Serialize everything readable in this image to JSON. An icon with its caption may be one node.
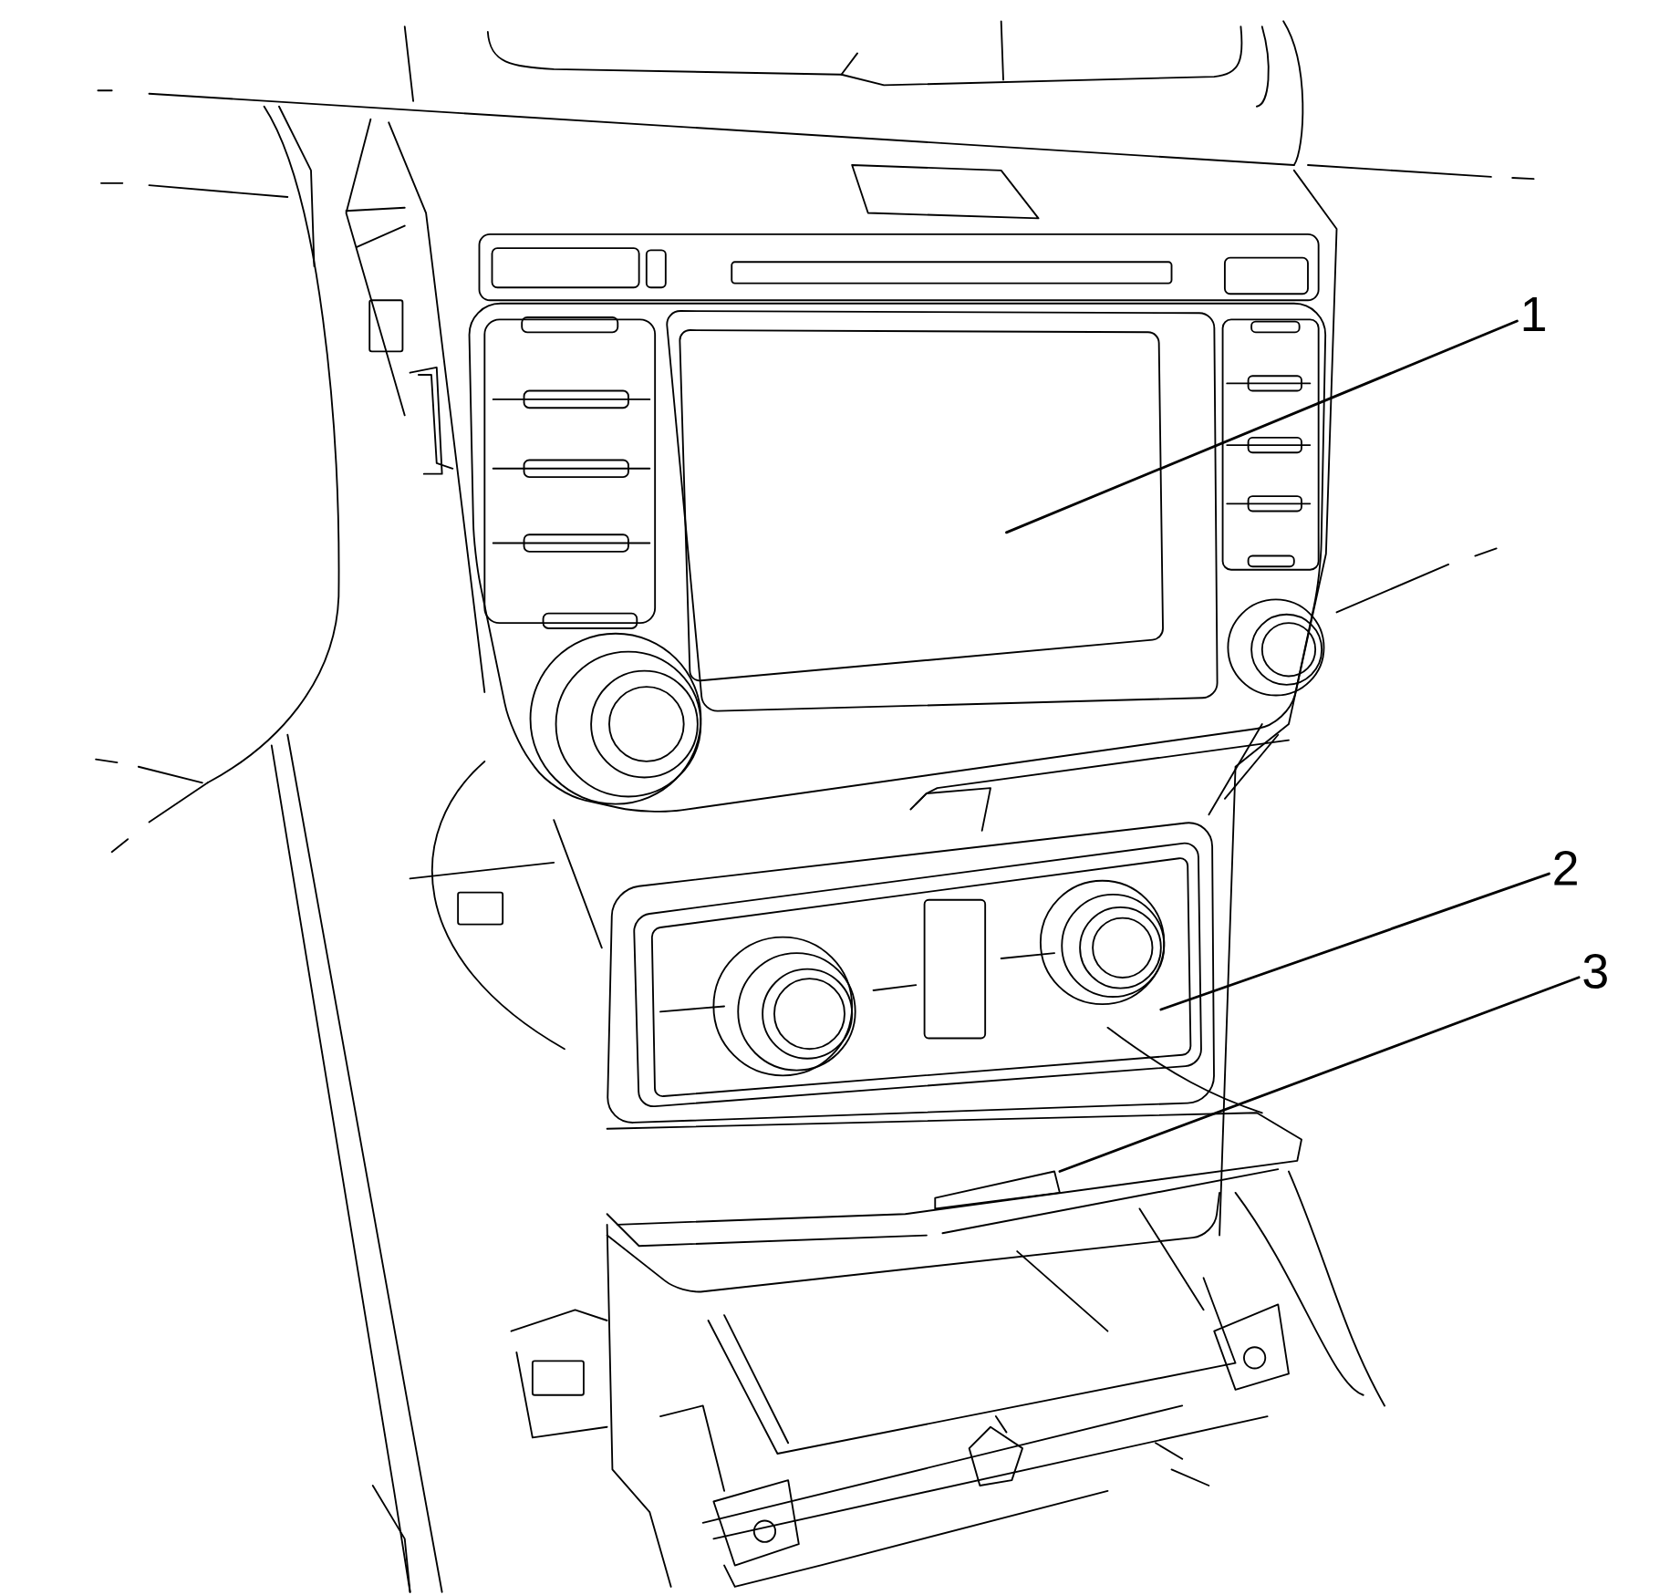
{
  "diagram": {
    "nodes": [
      {
        "text": [
          "1"
        ]
      },
      {
        "text": [
          "2"
        ]
      },
      {
        "text": [
          "3"
        ]
      }
    ],
    "edges": [
      {
        "from": 0,
        "to": null,
        "arrow": "none"
      },
      {
        "from": 1,
        "to": null,
        "arrow": "none"
      },
      {
        "from": 2,
        "to": null,
        "arrow": "none"
      }
    ]
  }
}
